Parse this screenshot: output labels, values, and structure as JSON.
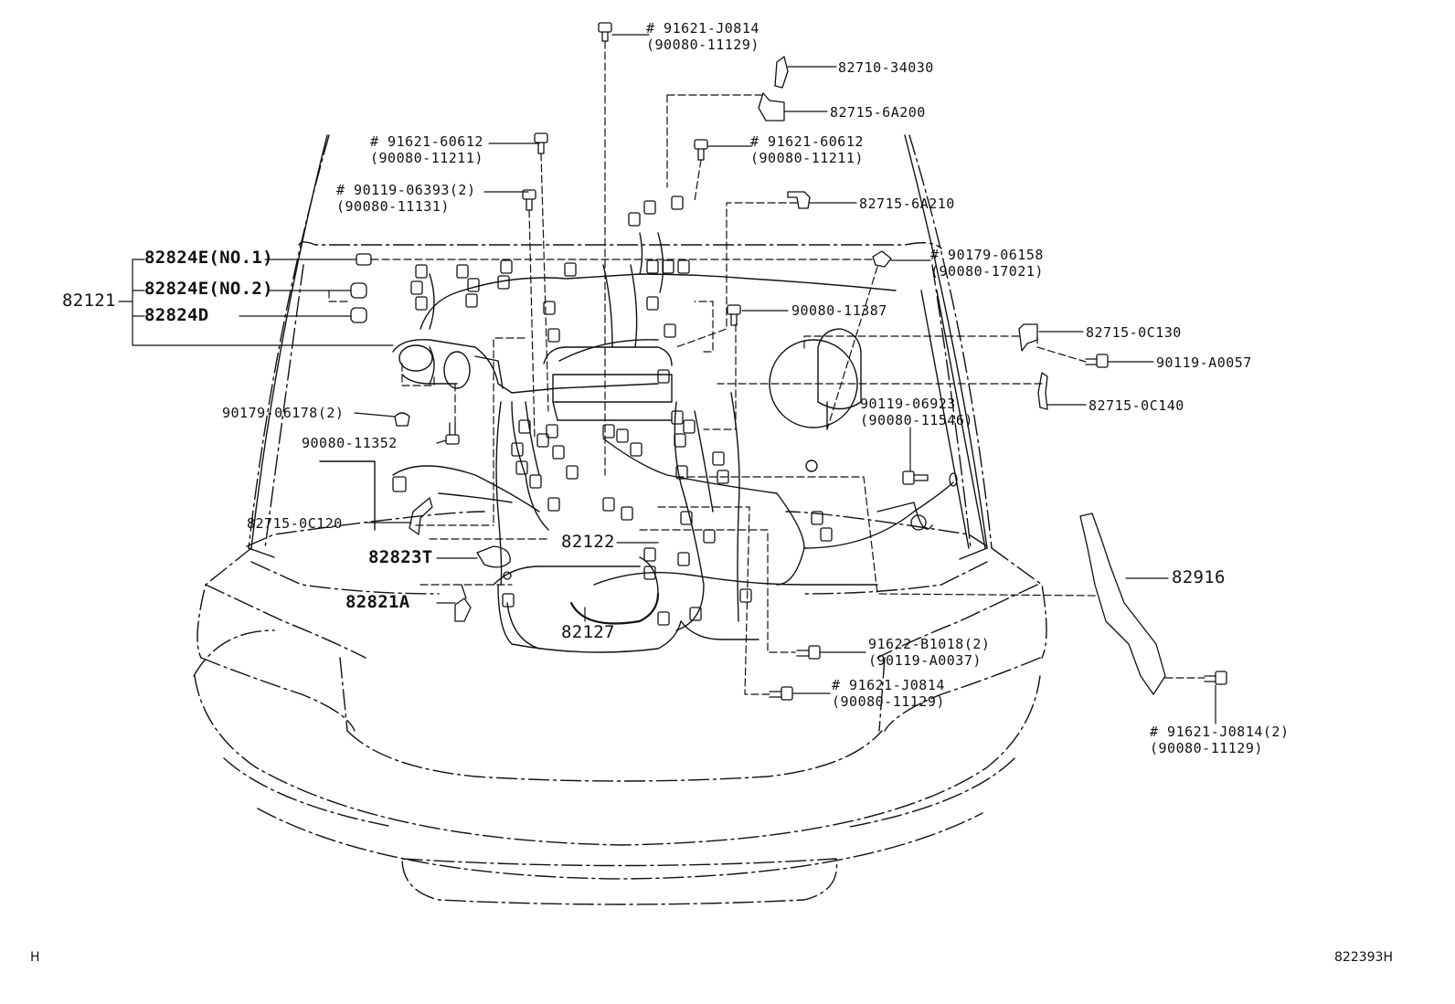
{
  "diagram": {
    "page_code_left": "H",
    "page_code_right": "822393H",
    "callouts": [
      {
        "name": "callout-91621-j0814-top",
        "lines": [
          "# 91621-J0814",
          "(90080-11129)"
        ]
      },
      {
        "name": "callout-82710-34030",
        "lines": [
          "82710-34030"
        ]
      },
      {
        "name": "callout-82715-6a200",
        "lines": [
          "82715-6A200"
        ]
      },
      {
        "name": "callout-91621-60612-left",
        "lines": [
          "# 91621-60612",
          "(90080-11211)"
        ]
      },
      {
        "name": "callout-91621-60612-right",
        "lines": [
          "# 91621-60612",
          "(90080-11211)"
        ]
      },
      {
        "name": "callout-90119-06393",
        "lines": [
          "# 90119-06393(2)",
          "(90080-11131)"
        ]
      },
      {
        "name": "callout-82715-6a210",
        "lines": [
          "82715-6A210"
        ]
      },
      {
        "name": "callout-90179-06158",
        "lines": [
          "# 90179-06158",
          "(90080-17021)"
        ]
      },
      {
        "name": "callout-82824e-no1",
        "lines": [
          "82824E(NO.1)"
        ]
      },
      {
        "name": "callout-82824e-no2",
        "lines": [
          "82824E(NO.2)"
        ]
      },
      {
        "name": "callout-82824d",
        "lines": [
          "82824D"
        ]
      },
      {
        "name": "callout-82121",
        "lines": [
          "82121"
        ]
      },
      {
        "name": "callout-90080-11387",
        "lines": [
          "90080-11387"
        ]
      },
      {
        "name": "callout-82715-0c130",
        "lines": [
          "82715-0C130"
        ]
      },
      {
        "name": "callout-90119-a0057",
        "lines": [
          "90119-A0057"
        ]
      },
      {
        "name": "callout-82715-0c140",
        "lines": [
          "82715-0C140"
        ]
      },
      {
        "name": "callout-90119-06923",
        "lines": [
          "90119-06923",
          "(90080-11546)"
        ]
      },
      {
        "name": "callout-90179-06178",
        "lines": [
          "90179-06178(2)"
        ]
      },
      {
        "name": "callout-90080-11352",
        "lines": [
          "90080-11352"
        ]
      },
      {
        "name": "callout-82715-0c120",
        "lines": [
          "82715-0C120"
        ]
      },
      {
        "name": "callout-82122",
        "lines": [
          "82122"
        ]
      },
      {
        "name": "callout-82823t",
        "lines": [
          "82823T"
        ]
      },
      {
        "name": "callout-82916",
        "lines": [
          "82916"
        ]
      },
      {
        "name": "callout-82821a",
        "lines": [
          "82821A"
        ]
      },
      {
        "name": "callout-82127",
        "lines": [
          "82127"
        ]
      },
      {
        "name": "callout-91622-b1018",
        "lines": [
          "91622-B1018(2)",
          "(90119-A0037)"
        ]
      },
      {
        "name": "callout-91621-j0814-lower",
        "lines": [
          "# 91621-J0814",
          "(90080-11129)"
        ]
      },
      {
        "name": "callout-91621-j0814-2",
        "lines": [
          "# 91621-J0814(2)",
          "(90080-11129)"
        ]
      }
    ]
  }
}
